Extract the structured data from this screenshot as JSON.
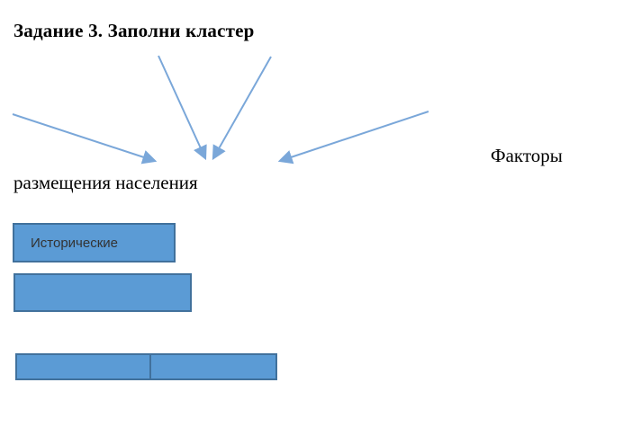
{
  "title": "Задание 3. Заполни кластер",
  "cluster": {
    "label_line1": "Факторы",
    "label_line2": "размещения населения"
  },
  "boxes": {
    "historical": "Исторические",
    "empty1": "",
    "empty2": "",
    "empty3": ""
  },
  "icons": {
    "arrows": "converging-arrows"
  },
  "colors": {
    "box_fill": "#5b9bd5",
    "box_border": "#41719c",
    "arrow": "#7aa7d9",
    "text": "#000000",
    "box_text": "#333333"
  }
}
